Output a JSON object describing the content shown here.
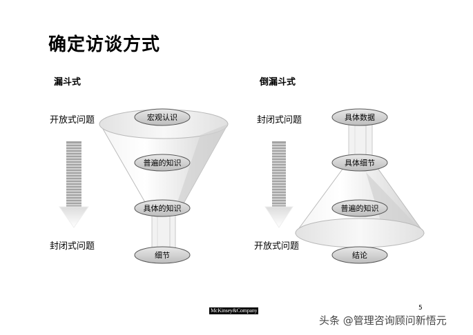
{
  "title": "确定访谈方式",
  "left": {
    "heading": "漏斗式",
    "top_label": "开放式问题",
    "bottom_label": "封闭式问题",
    "stages": [
      "宏观认识",
      "普遍的知识",
      "具体的知识",
      "细节"
    ]
  },
  "right": {
    "heading": "倒漏斗式",
    "top_label": "封闭式问题",
    "bottom_label": "开放式问题",
    "stages": [
      "具体数据",
      "具体细节",
      "普遍的知识",
      "结论"
    ]
  },
  "footer": {
    "logo": "McKinsey&Company",
    "page_number": "5",
    "watermark": "头条 @管理咨询顾问新悟元"
  }
}
